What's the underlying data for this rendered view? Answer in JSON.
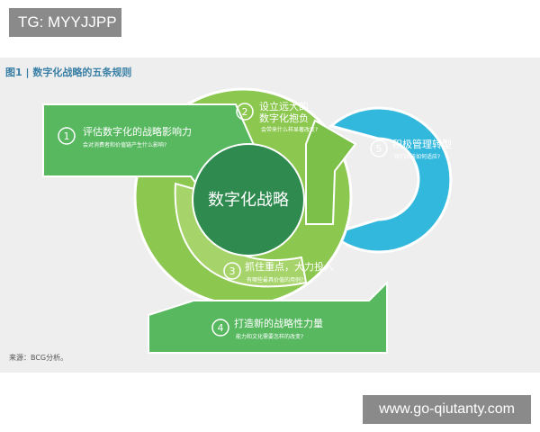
{
  "watermark_top": "TG: MYYJJPP",
  "figure_title": "图1 | 数字化战略的五条规则",
  "center_label": "数字化战略",
  "rules": [
    {
      "num": "1",
      "title": "评估数字化的战略影响力",
      "subtitle": "会对消费者和价值链产生什么影响?"
    },
    {
      "num": "2",
      "title": "设立远大的\n数字化抱负",
      "subtitle": "会带来什么样显著改变?"
    },
    {
      "num": "3",
      "title": "抓住重点，大力投入",
      "subtitle": "有哪些最具价值的用例?"
    },
    {
      "num": "4",
      "title": "打造新的战略性力量",
      "subtitle": "能力和文化需要怎样的改变?"
    },
    {
      "num": "5",
      "title": "积极管理转型",
      "subtitle": "我们应该如何适应?"
    }
  ],
  "source": "来源：BCG分析。",
  "watermark_bottom": "www.go-qiutanty.com",
  "colors": {
    "light_green": "#86c84b",
    "dark_green": "#2e8a4e",
    "mid_green": "#45b058",
    "cyan": "#33b8dd"
  }
}
